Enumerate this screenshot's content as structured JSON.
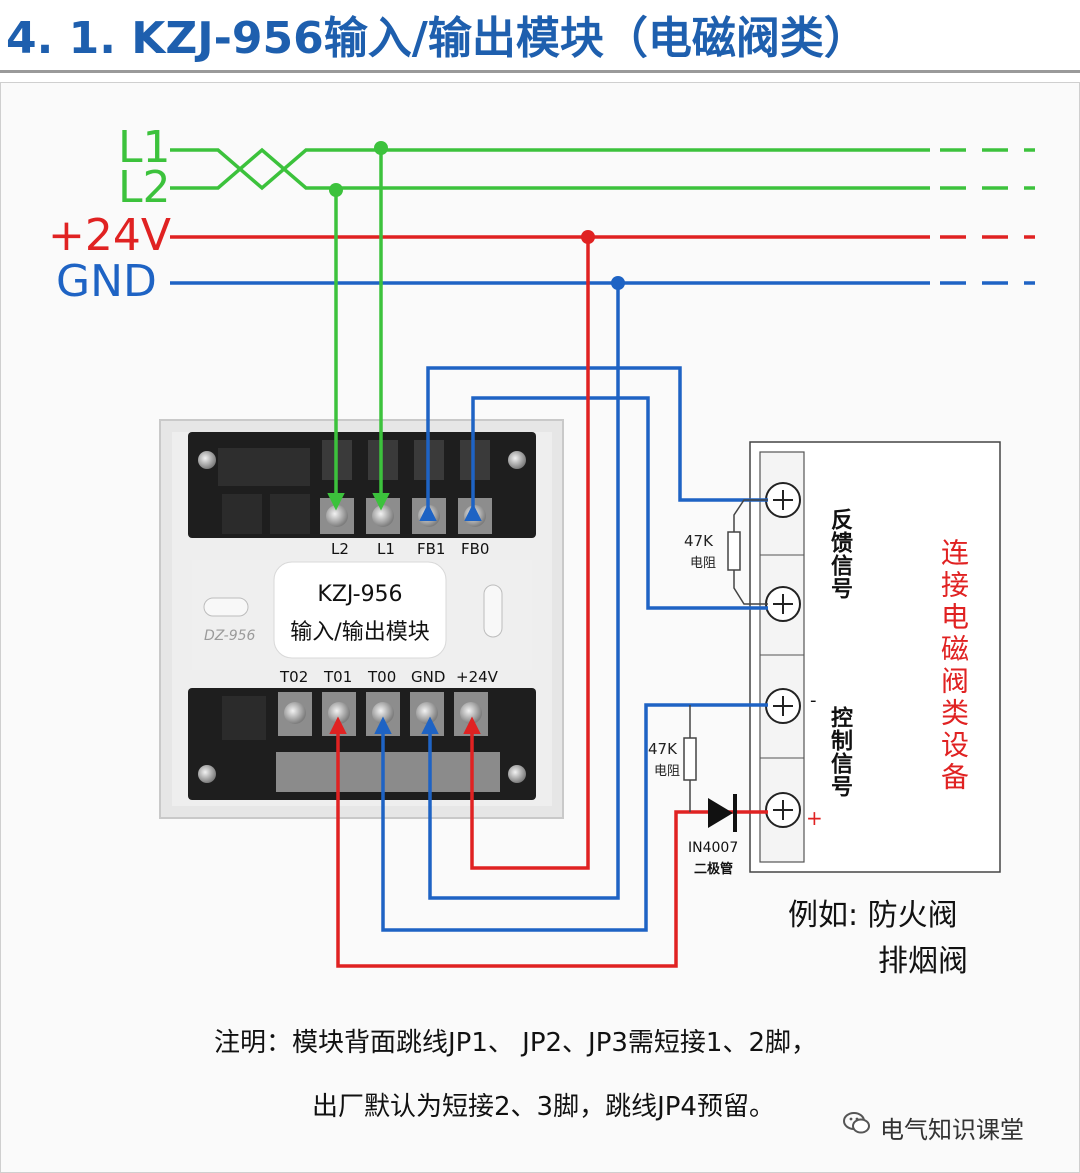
{
  "title": "4. 1. KZJ-956输入/输出模块（电磁阀类）",
  "buses": [
    {
      "label": "L1",
      "color": "#3cc23c"
    },
    {
      "label": "L2",
      "color": "#3cc23c"
    },
    {
      "label": "+24V",
      "color": "#e02222"
    },
    {
      "label": "GND",
      "color": "#1e63c4"
    }
  ],
  "module": {
    "name": "KZJ-956",
    "subtitle": "输入/输出模块",
    "model_stamp": "DZ-956",
    "top_terminals": [
      "L2",
      "L1",
      "FB1",
      "FB0"
    ],
    "bottom_terminals": [
      "T02",
      "T01",
      "T00",
      "GND",
      "+24V"
    ]
  },
  "components": {
    "resistor_value_1": "47K",
    "resistor_label_1": "电阻",
    "resistor_value_2": "47K",
    "resistor_label_2": "电阻",
    "diode_value": "IN4007",
    "diode_label": "二极管"
  },
  "device": {
    "feedback_label": "反馈信号",
    "control_label": "控制信号",
    "minus_sign": "-",
    "plus_sign": "+",
    "side_label": "连接电磁阀类设备",
    "example_line1": "例如: 防火阀",
    "example_line2": "排烟阀"
  },
  "notes": {
    "line1": "注明：模块背面跳线JP1、 JP2、JP3需短接1、2脚，",
    "line2": "出厂默认为短接2、3脚，跳线JP4预留。"
  },
  "watermark": "电气知识课堂",
  "colors": {
    "green": "#3cc23c",
    "red": "#e02222",
    "blue": "#1e63c4",
    "title_blue": "#1e5fae"
  }
}
